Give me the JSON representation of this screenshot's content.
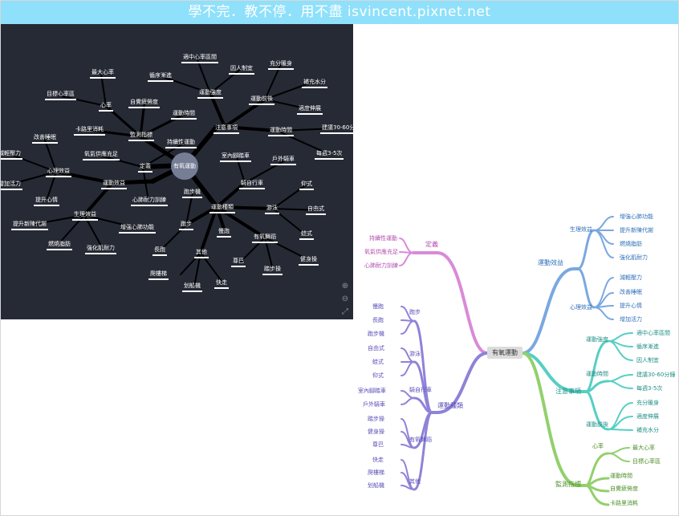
{
  "banner": {
    "text": "學不完．教不停．用不盡 isvincent.pixnet.net"
  },
  "dark_map": {
    "root": "有氧運動",
    "nodes": {
      "n1": "適中心率區間",
      "n2": "因人制宜",
      "n3": "循序漸進",
      "n4": "運動強度",
      "n5": "充分暖身",
      "n6": "補充水分",
      "n7": "運動前後",
      "n8": "適度伸展",
      "n9": "最大心率",
      "n10": "目標心率區",
      "n11": "心率",
      "n12": "自覺疲勞度",
      "n13": "運動時間",
      "n14": "監測指標",
      "n15": "卡路里消耗",
      "n16": "注意事項",
      "n17": "運動時間",
      "n18": "建議30-60分",
      "n19": "每週3-5次",
      "n20": "持續性運動",
      "n21": "改善睡眠",
      "n22": "氧氣供應充足",
      "n23": "定義",
      "n24": "減輕壓力",
      "n25": "心理效益",
      "n26": "室內腳踏車",
      "n27": "戶外騎車",
      "n28": "增加活力",
      "n29": "運動效益",
      "n30": "騎自行車",
      "n31": "仰式",
      "n32": "提升心情",
      "n33": "心肺耐力訓練",
      "n34": "跑步機",
      "n35": "運動種類",
      "n36": "游泳",
      "n37": "自由式",
      "n38": "生理效益",
      "n39": "提升新陳代謝",
      "n40": "增強心肺功能",
      "n41": "慢跑",
      "n42": "跑步",
      "n43": "有氧舞蹈",
      "n44": "蛙式",
      "n45": "燃燒脂肪",
      "n46": "強化肌耐力",
      "n47": "長跑",
      "n48": "其他",
      "n49": "尊巴",
      "n50": "健身操",
      "n51": "爬樓梯",
      "n52": "踏步操",
      "n53": "快走",
      "n54": "划船機"
    },
    "zoom_icons": [
      "zoom-in-icon",
      "zoom-out-icon",
      "fit-view-icon"
    ]
  },
  "light_map": {
    "root": "有氧運動",
    "colors": {
      "pink": "#d98ad8",
      "purple": "#8f82d8",
      "blue": "#7aa8e0",
      "teal": "#56cfc4",
      "green": "#92d06c"
    },
    "labels": {
      "definition": "定義",
      "def_1": "持續性運動",
      "def_2": "氧氣供應充足",
      "def_3": "心肺耐力訓練",
      "types": "運動種類",
      "run": "跑步",
      "run_1": "慢跑",
      "run_2": "長跑",
      "run_3": "跑步機",
      "swim": "游泳",
      "swim_1": "自由式",
      "swim_2": "蛙式",
      "swim_3": "仰式",
      "bike": "騎自行車",
      "bike_1": "室內腳踏車",
      "bike_2": "戶外騎車",
      "dance": "有氧舞蹈",
      "dance_1": "踏步操",
      "dance_2": "健身操",
      "dance_3": "尊巴",
      "other": "其他",
      "other_1": "快走",
      "other_2": "爬樓梯",
      "other_3": "划船機",
      "benefits": "運動效益",
      "phys": "生理效益",
      "phys_1": "增強心肺功能",
      "phys_2": "提升新陳代謝",
      "phys_3": "燃燒脂肪",
      "phys_4": "強化肌耐力",
      "psych": "心理效益",
      "psych_1": "減輕壓力",
      "psych_2": "改善睡眠",
      "psych_3": "提升心情",
      "psych_4": "增加活力",
      "notes": "注意事項",
      "intensity": "運動強度",
      "intensity_1": "適中心率區間",
      "intensity_2": "循序漸進",
      "intensity_3": "因人制宜",
      "duration": "運動時間",
      "duration_1": "建議30-60分鐘",
      "duration_2": "每週3-5次",
      "prepost": "運動前後",
      "prepost_1": "充分暖身",
      "prepost_2": "適度伸展",
      "prepost_3": "補充水分",
      "monitor": "監測指標",
      "hr": "心率",
      "hr_1": "最大心率",
      "hr_2": "目標心率區",
      "mon_time": "運動時間",
      "mon_rpe": "自覺疲勞度",
      "mon_cal": "卡路里消耗"
    }
  }
}
